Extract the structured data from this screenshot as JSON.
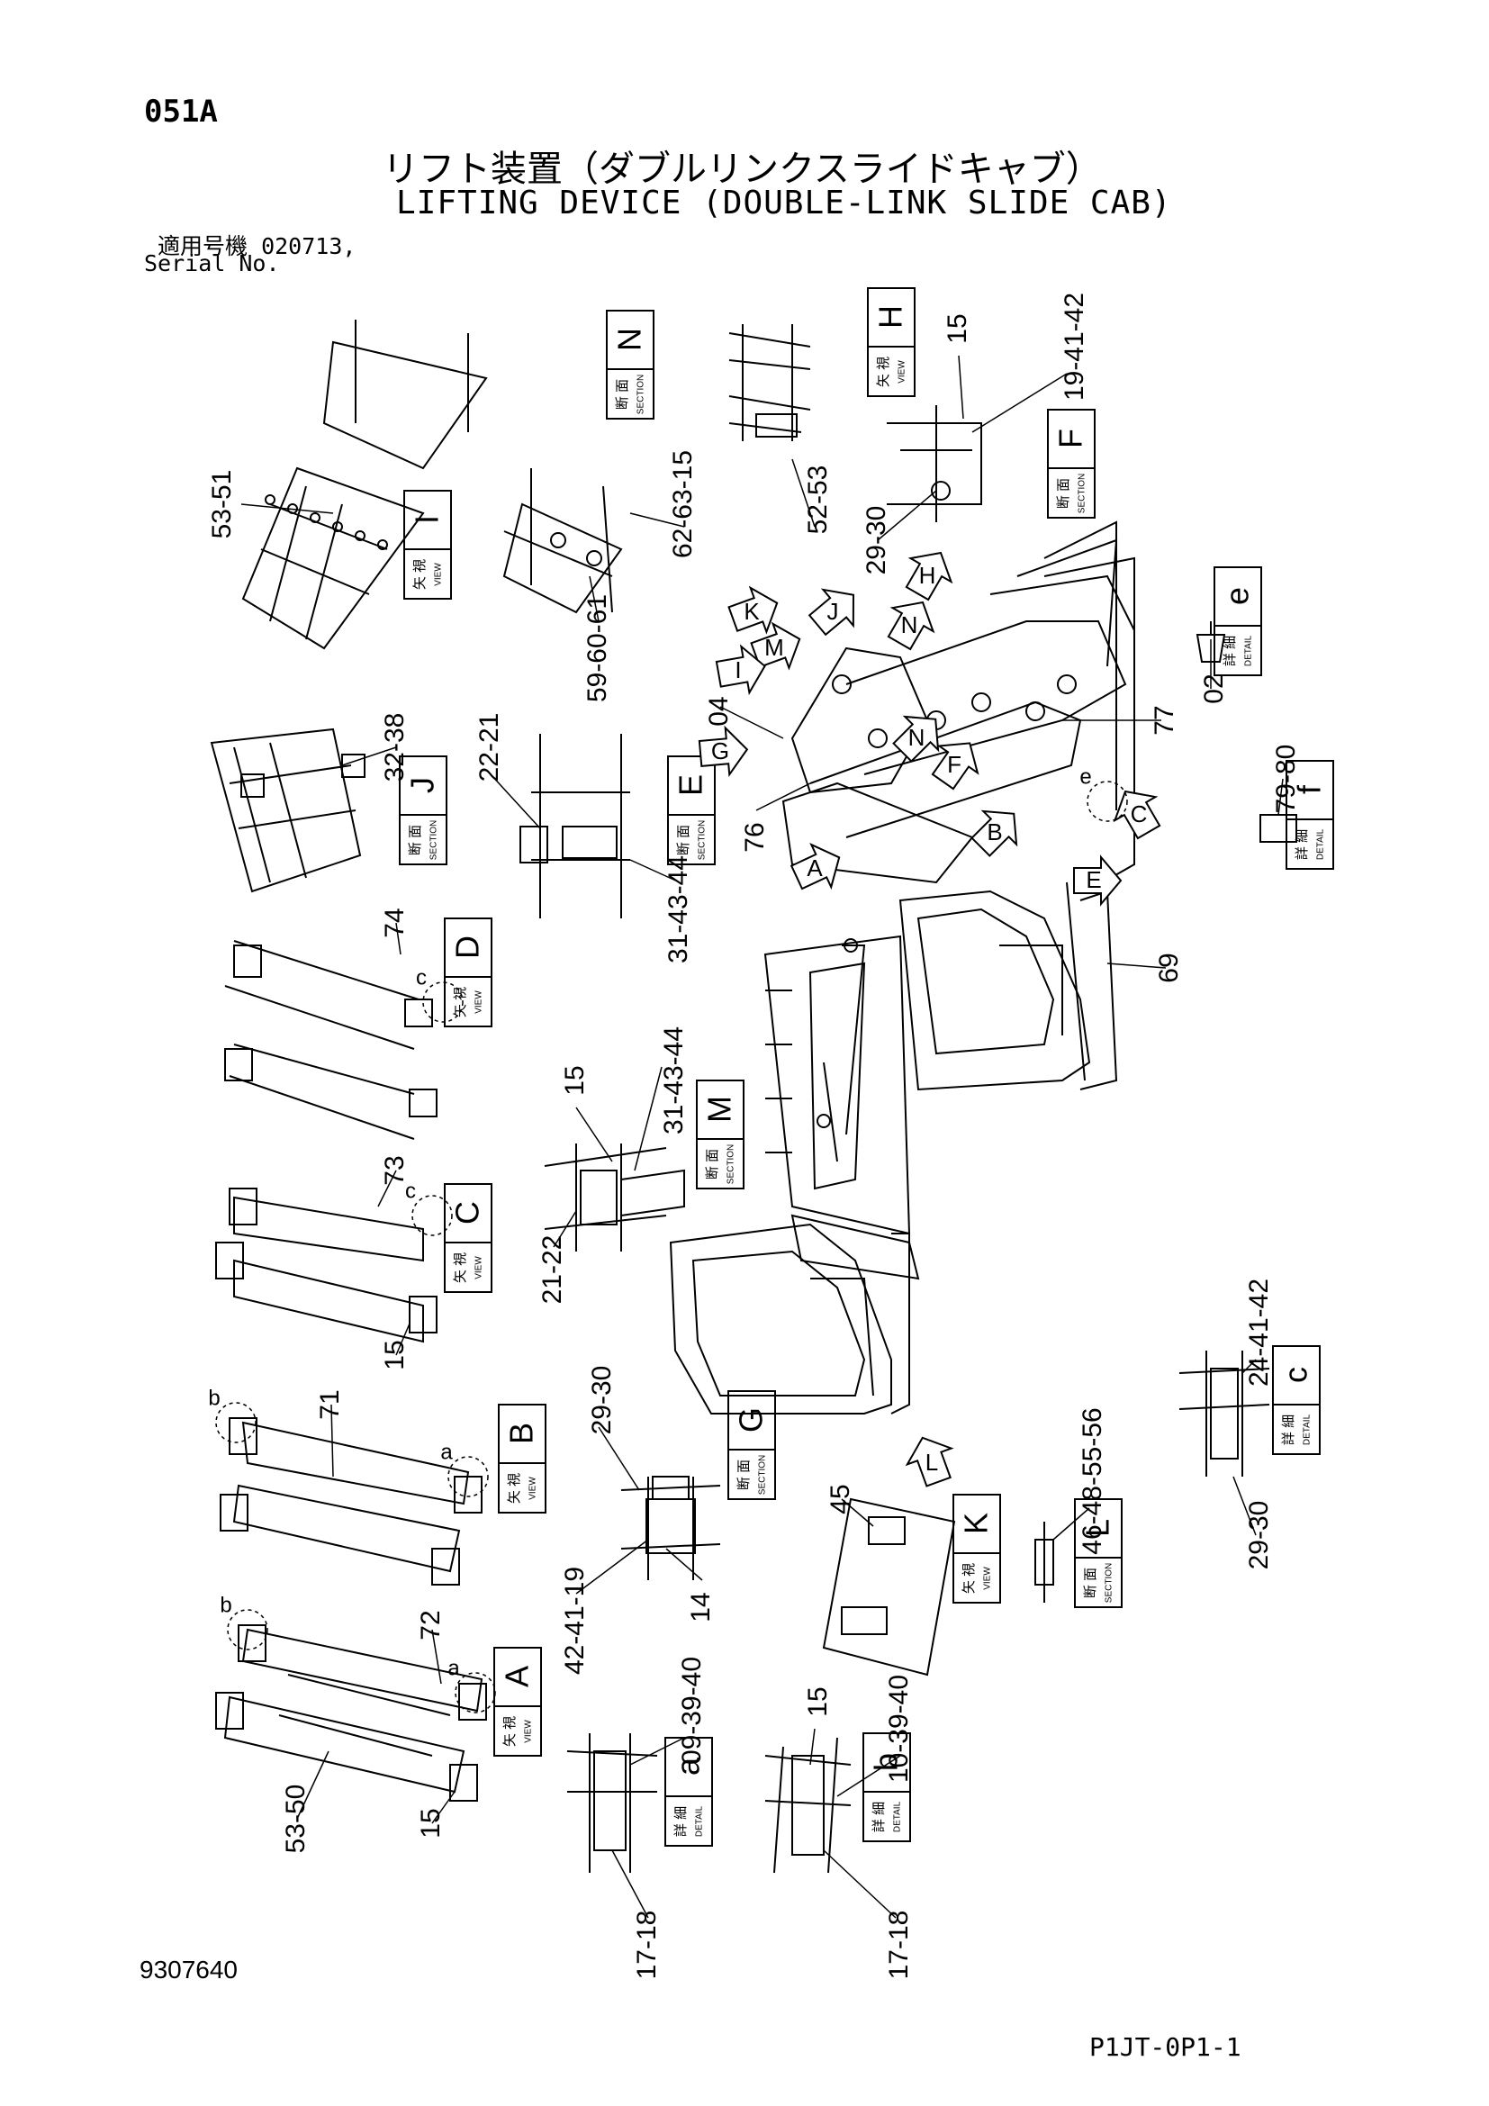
{
  "header": {
    "code": "051A",
    "title_jp": "リフト装置（ダブルリンクスライドキャブ）",
    "title_en": "LIFTING DEVICE (DOUBLE-LINK SLIDE CAB)",
    "serial_label_jp": "適用号機",
    "serial_value": "020713,",
    "serial_label_en": "Serial No."
  },
  "footer": {
    "doc_number": "9307640",
    "page_code": "P1JT-0P1-1"
  },
  "labels": {
    "view": {
      "jp": "矢 視",
      "en": "VIEW"
    },
    "section": {
      "jp": "断 面",
      "en": "SECTION"
    },
    "detail": {
      "jp": "詳 細",
      "en": "DETAIL"
    }
  },
  "callout_boxes": [
    {
      "letter": "N",
      "kind": "section"
    },
    {
      "letter": "H",
      "kind": "view"
    },
    {
      "letter": "F",
      "kind": "section"
    },
    {
      "letter": "I",
      "kind": "view"
    },
    {
      "letter": "e",
      "kind": "detail"
    },
    {
      "letter": "J",
      "kind": "section"
    },
    {
      "letter": "E",
      "kind": "section"
    },
    {
      "letter": "f",
      "kind": "detail"
    },
    {
      "letter": "D",
      "kind": "view"
    },
    {
      "letter": "M",
      "kind": "section"
    },
    {
      "letter": "C",
      "kind": "view"
    },
    {
      "letter": "B",
      "kind": "view"
    },
    {
      "letter": "G",
      "kind": "section"
    },
    {
      "letter": "K",
      "kind": "view"
    },
    {
      "letter": "L",
      "kind": "section"
    },
    {
      "letter": "c",
      "kind": "detail"
    },
    {
      "letter": "A",
      "kind": "view"
    },
    {
      "letter": "a",
      "kind": "detail"
    },
    {
      "letter": "b",
      "kind": "detail"
    }
  ],
  "part_callouts": [
    "53-51",
    "62-63-15",
    "52-53",
    "15",
    "19-41-42",
    "29-30",
    "59-60-61",
    "22-21",
    "04",
    "31-43-44",
    "76",
    "77",
    "02",
    "79-80",
    "32-38",
    "74",
    "69",
    "15",
    "31-43-44",
    "21-22",
    "73",
    "15",
    "24-41-42",
    "71",
    "29-30",
    "45",
    "46-48-55-56",
    "42-41-19",
    "14",
    "29-30",
    "72",
    "09-39-40",
    "15",
    "10-39-40",
    "53-50",
    "15",
    "17-18",
    "17-18"
  ],
  "arrow_letters": [
    "K",
    "J",
    "H",
    "M",
    "N",
    "I",
    "G",
    "N",
    "F",
    "C",
    "B",
    "E",
    "A",
    "L"
  ],
  "circle_letters": [
    "c",
    "c",
    "b",
    "a",
    "b",
    "a",
    "e"
  ]
}
